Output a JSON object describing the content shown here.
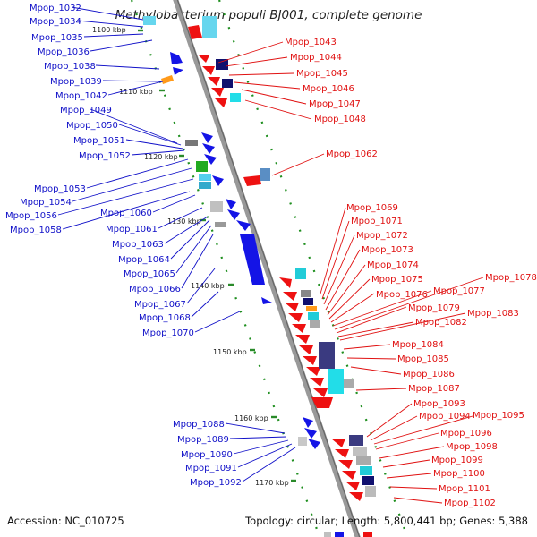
{
  "title": "Methylobacterium populi BJ001, complete genome",
  "footer": {
    "accession": "Accession: NC_010725",
    "summary": "Topology: circular; Length: 5,800,441 bp; Genes: 5,388"
  },
  "ticks": [
    "1100 kbp",
    "1110 kbp",
    "1120 kbp",
    "1130 kbp",
    "1140 kbp",
    "1150 kbp",
    "1160 kbp",
    "1170 kbp"
  ],
  "left_labels": [
    "Mpop_1032",
    "Mpop_1034",
    "Mpop_1035",
    "Mpop_1036",
    "Mpop_1038",
    "Mpop_1039",
    "Mpop_1042",
    "Mpop_1049",
    "Mpop_1050",
    "Mpop_1051",
    "Mpop_1052",
    "Mpop_1053",
    "Mpop_1054",
    "Mpop_1056",
    "Mpop_1058",
    "Mpop_1060",
    "Mpop_1061",
    "Mpop_1063",
    "Mpop_1064",
    "Mpop_1065",
    "Mpop_1066",
    "Mpop_1067",
    "Mpop_1068",
    "Mpop_1070",
    "Mpop_1088",
    "Mpop_1089",
    "Mpop_1090",
    "Mpop_1091",
    "Mpop_1092"
  ],
  "right_labels": [
    "Mpop_1043",
    "Mpop_1044",
    "Mpop_1045",
    "Mpop_1046",
    "Mpop_1047",
    "Mpop_1048",
    "Mpop_1062",
    "Mpop_1069",
    "Mpop_1071",
    "Mpop_1072",
    "Mpop_1073",
    "Mpop_1074",
    "Mpop_1075",
    "Mpop_1076",
    "Mpop_1077",
    "Mpop_1078",
    "Mpop_1079",
    "Mpop_1082",
    "Mpop_1083",
    "Mpop_1084",
    "Mpop_1085",
    "Mpop_1086",
    "Mpop_1087",
    "Mpop_1093",
    "Mpop_1094",
    "Mpop_1095",
    "Mpop_1096",
    "Mpop_1098",
    "Mpop_1099",
    "Mpop_1100",
    "Mpop_1101",
    "Mpop_1102"
  ],
  "colors": {
    "forward_label": "#1010c8",
    "reverse_label": "#e01010",
    "forward_gene": "#1414e6",
    "reverse_gene": "#ee1111",
    "backbone": "#888888",
    "tick": "#2a8a2a"
  }
}
